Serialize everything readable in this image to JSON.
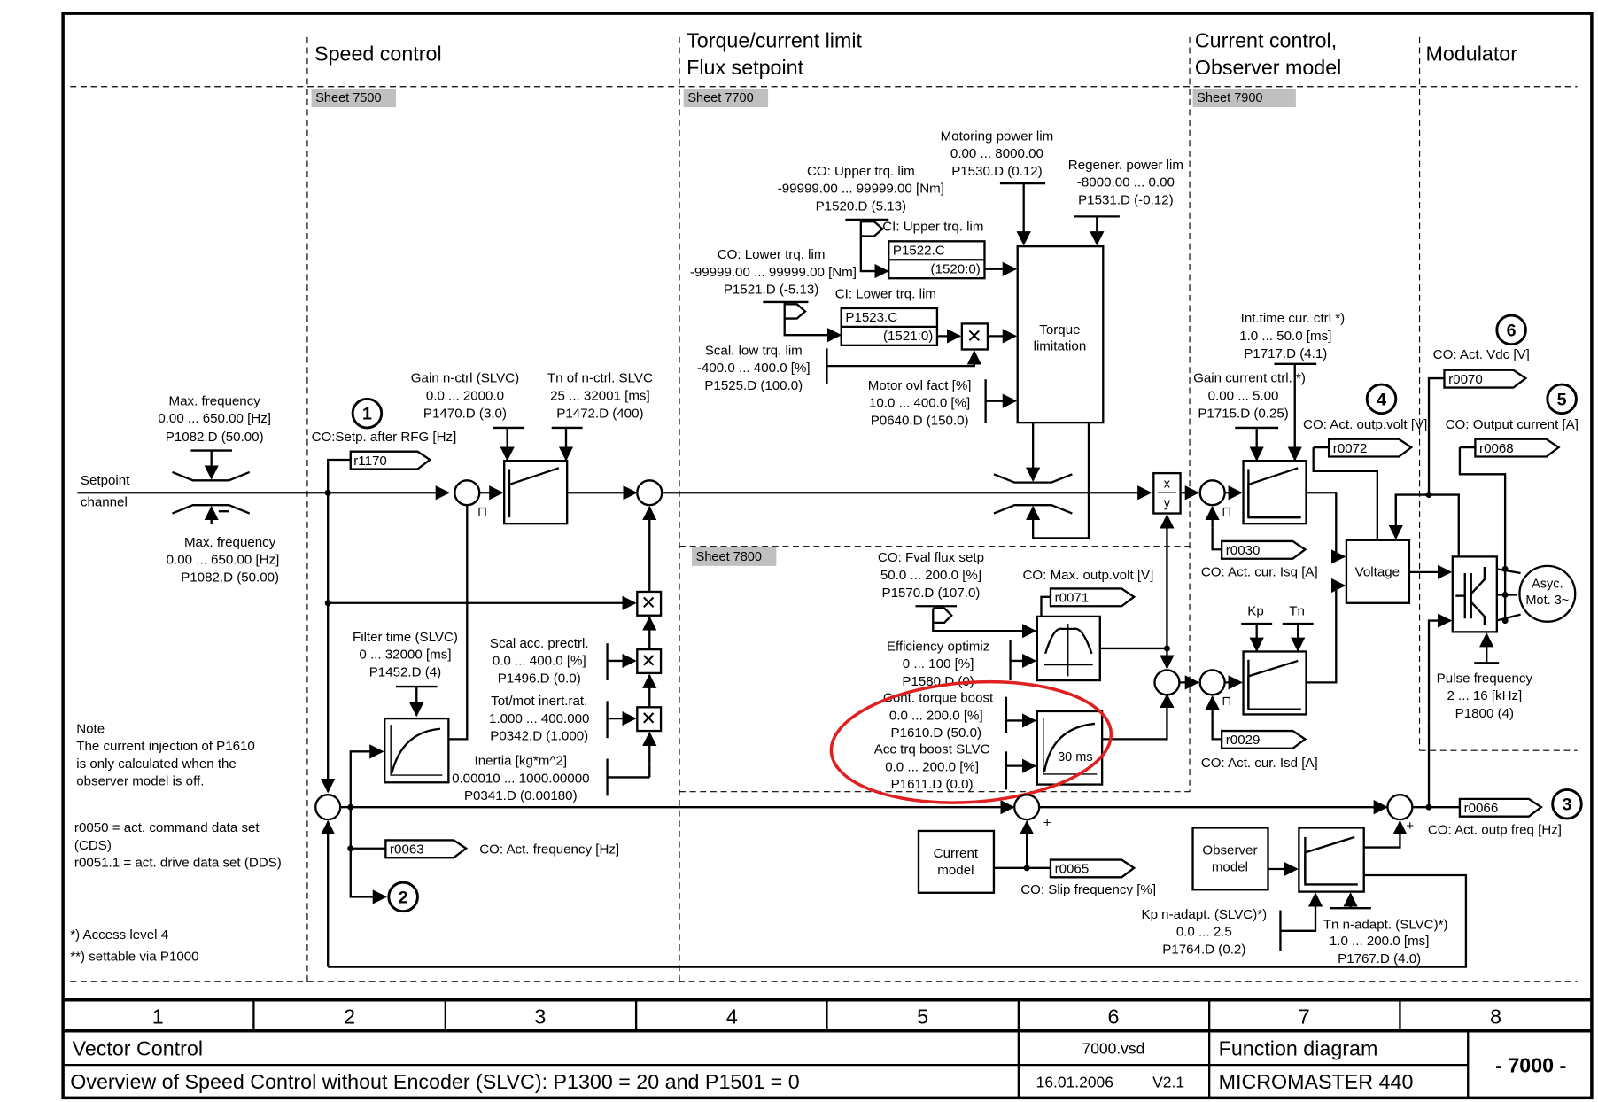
{
  "sections": {
    "speed_control": "Speed control",
    "torque_limit_1": "Torque/current limit",
    "torque_limit_2": "Flux setpoint",
    "current_control_1": "Current control,",
    "current_control_2": "Observer model",
    "modulator": "Modulator"
  },
  "sheets": {
    "s7500": "Sheet 7500",
    "s7700": "Sheet 7700",
    "s7900": "Sheet 7900",
    "s7800": "Sheet 7800"
  },
  "setpoint": {
    "line1": "Setpoint",
    "line2": "channel"
  },
  "max_freq_top": {
    "name": "Max. frequency",
    "range": "0.00 ... 650.00  [Hz]",
    "param": "P1082.D (50.00)"
  },
  "max_freq_bottom": {
    "name": "Max. frequency",
    "range": "0.00 ... 650.00  [Hz]",
    "param": "P1082.D (50.00)"
  },
  "markers": {
    "m1": "1",
    "m2": "2",
    "m3": "3",
    "m4": "4",
    "m5": "5",
    "m6": "6"
  },
  "co_setp_rfg": {
    "label": "CO:Setp. after RFG [Hz]",
    "conn": "r1170"
  },
  "gain_nctrl": {
    "name": "Gain n-ctrl (SLVC)",
    "range": "0.0 ... 2000.0",
    "param": "P1470.D (3.0)"
  },
  "tn_nctrl": {
    "name": "Tn of n-ctrl. SLVC",
    "range": "25 ... 32001  [ms]",
    "param": "P1472.D (400)"
  },
  "filter_time": {
    "name": "Filter time (SLVC)",
    "range": "0 ... 32000  [ms]",
    "param": "P1452.D (4)"
  },
  "scal_acc": {
    "name": "Scal acc. prectrl.",
    "range": "0.0 ... 400.0  [%]",
    "param": "P1496.D (0.0)"
  },
  "tot_mot": {
    "name": "Tot/mot inert.rat.",
    "range": "1.000 ... 400.000",
    "param": "P0342.D (1.000)"
  },
  "inertia": {
    "name": "Inertia [kg*m^2]",
    "range": "0.00010 ... 1000.00000",
    "param": "P0341.D (0.00180)"
  },
  "act_freq": {
    "conn": "r0063",
    "label": "CO: Act. frequency [Hz]"
  },
  "note": {
    "title": "Note",
    "lines": [
      "The current injection of P1610",
      "is only calculated when the",
      "observer model is off."
    ],
    "r0050_1": "r0050 = act. command data set",
    "r0050_2": "(CDS)",
    "r0051": "r0051.1 = act. drive data set (DDS)",
    "access": "*)  Access level 4",
    "settable": "**) settable via P1000"
  },
  "motoring_power": {
    "name": "Motoring power lim",
    "range": "0.00 ... 8000.00",
    "param": "P1530.D (0.12)"
  },
  "regen_power": {
    "name": "Regener. power lim",
    "range": "-8000.00 ... 0.00",
    "param": "P1531.D (-0.12)"
  },
  "upper_trq": {
    "name": "CO: Upper trq. lim",
    "range": "-99999.00 ... 99999.00  [Nm]",
    "param": "P1520.D (5.13)"
  },
  "ci_upper": {
    "name": "CI: Upper trq. lim",
    "param": "P1522.C",
    "value": "(1520:0)"
  },
  "lower_trq": {
    "name": "CO: Lower trq. lim",
    "range": "-99999.00 ... 99999.00  [Nm]",
    "param": "P1521.D (-5.13)"
  },
  "ci_lower": {
    "name": "CI: Lower trq. lim",
    "param": "P1523.C",
    "value": "(1521:0)"
  },
  "scal_low": {
    "name": "Scal. low trq. lim",
    "range": "-400.0 ... 400.0  [%]",
    "param": "P1525.D (100.0)"
  },
  "motor_ovl": {
    "name": "Motor ovl fact [%]",
    "range": "10.0 ... 400.0  [%]",
    "param": "P0640.D (150.0)"
  },
  "torque_limitation": {
    "line1": "Torque",
    "line2": "limitation"
  },
  "fval_flux": {
    "name": "CO: Fval flux setp",
    "range": "50.0 ... 200.0  [%]",
    "param": "P1570.D (107.0)"
  },
  "max_outp_volt": {
    "label": "CO: Max. outp.volt [V]",
    "conn": "r0071"
  },
  "eff_optimiz": {
    "name": "Efficiency optimiz",
    "range": "0 ... 100  [%]",
    "param": "P1580.D (0)"
  },
  "cont_torque": {
    "name": "Cont. torque boost",
    "range": "0.0 ... 200.0  [%]",
    "param": "P1610.D (50.0)"
  },
  "acc_trq": {
    "name": "Acc trq boost SLVC",
    "range": "0.0 ... 200.0  [%]",
    "param": "P1611.D (0.0)"
  },
  "boost_block": {
    "time": "30 ms"
  },
  "current_model": {
    "line1": "Current",
    "line2": "model"
  },
  "slip_freq": {
    "conn": "r0065",
    "label": "CO: Slip frequency [%]"
  },
  "divider": {
    "x": "x",
    "y": "y"
  },
  "int_time": {
    "name": "Int.time cur. ctrl  *)",
    "range": "1.0 ... 50.0  [ms]",
    "param": "P1717.D (4.1)"
  },
  "gain_current": {
    "name": "Gain current ctrl. *)",
    "range": "0.00 ... 5.00",
    "param": "P1715.D (0.25)"
  },
  "act_cur_isq": {
    "conn": "r0030",
    "label": "CO: Act. cur. Isq [A]"
  },
  "act_cur_isd": {
    "conn": "r0029",
    "label": "CO: Act. cur. Isd [A]"
  },
  "kp": "Kp",
  "tn": "Tn",
  "voltage": "Voltage",
  "act_outp_volt": {
    "label": "CO: Act. outp.volt [V]",
    "conn": "r0072"
  },
  "act_vdc": {
    "label": "CO: Act. Vdc [V]",
    "conn": "r0070"
  },
  "output_current": {
    "label": "CO: Output current [A]",
    "conn": "r0068"
  },
  "motor": {
    "line1": "Asyc.",
    "line2": "Mot. 3~"
  },
  "pulse_freq": {
    "name": "Pulse frequency",
    "range": "2 ... 16  [kHz]",
    "param": "P1800 (4)"
  },
  "observer_model": {
    "line1": "Observer",
    "line2": "model"
  },
  "act_outp_freq": {
    "conn": "r0066",
    "label": "CO: Act. outp freq [Hz]"
  },
  "kp_nadapt": {
    "name": "Kp n-adapt. (SLVC)*)",
    "range": "0.0 ... 2.5",
    "param": "P1764.D (0.2)"
  },
  "tn_nadapt": {
    "name": "Tn n-adapt. (SLVC)*)",
    "range": "1.0 ... 200.0  [ms]",
    "param": "P1767.D (4.0)"
  },
  "plus": "+",
  "title_block": {
    "columns": [
      "1",
      "2",
      "3",
      "4",
      "5",
      "6",
      "7",
      "8"
    ],
    "title": "Vector Control",
    "subtitle": "Overview of Speed Control without Encoder (SLVC): P1300 = 20 and P1501 = 0",
    "file": "7000.vsd",
    "date": "16.01.2006",
    "version": "V2.1",
    "doc_type": "Function diagram",
    "product": "MICROMASTER 440",
    "sheet_no": "- 7000 -"
  },
  "colors": {
    "highlight": "#e02020",
    "sheet_tag": "#c0c0c0"
  }
}
